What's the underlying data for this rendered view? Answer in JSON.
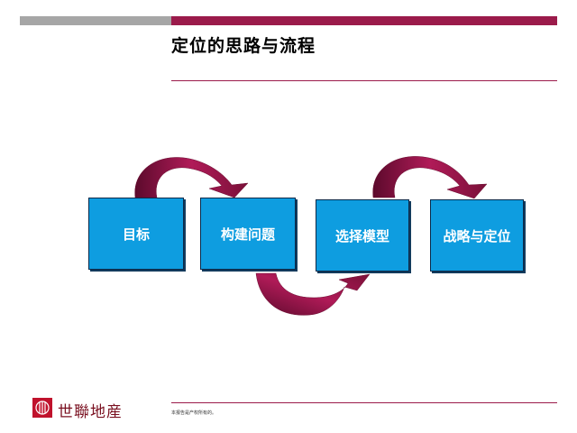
{
  "header": {
    "title": "定位的思路与流程"
  },
  "flow": {
    "steps": [
      {
        "label": "目标"
      },
      {
        "label": "构建问题"
      },
      {
        "label": "选择模型"
      },
      {
        "label": "战略与定位"
      }
    ]
  },
  "footer": {
    "logo_text": "世聯地産",
    "note": "本报告是产权所有的。"
  },
  "colors": {
    "accent_maroon": "#9b1b4b",
    "box_blue": "#0e9de0",
    "bar_gray": "#a6a6a6"
  }
}
